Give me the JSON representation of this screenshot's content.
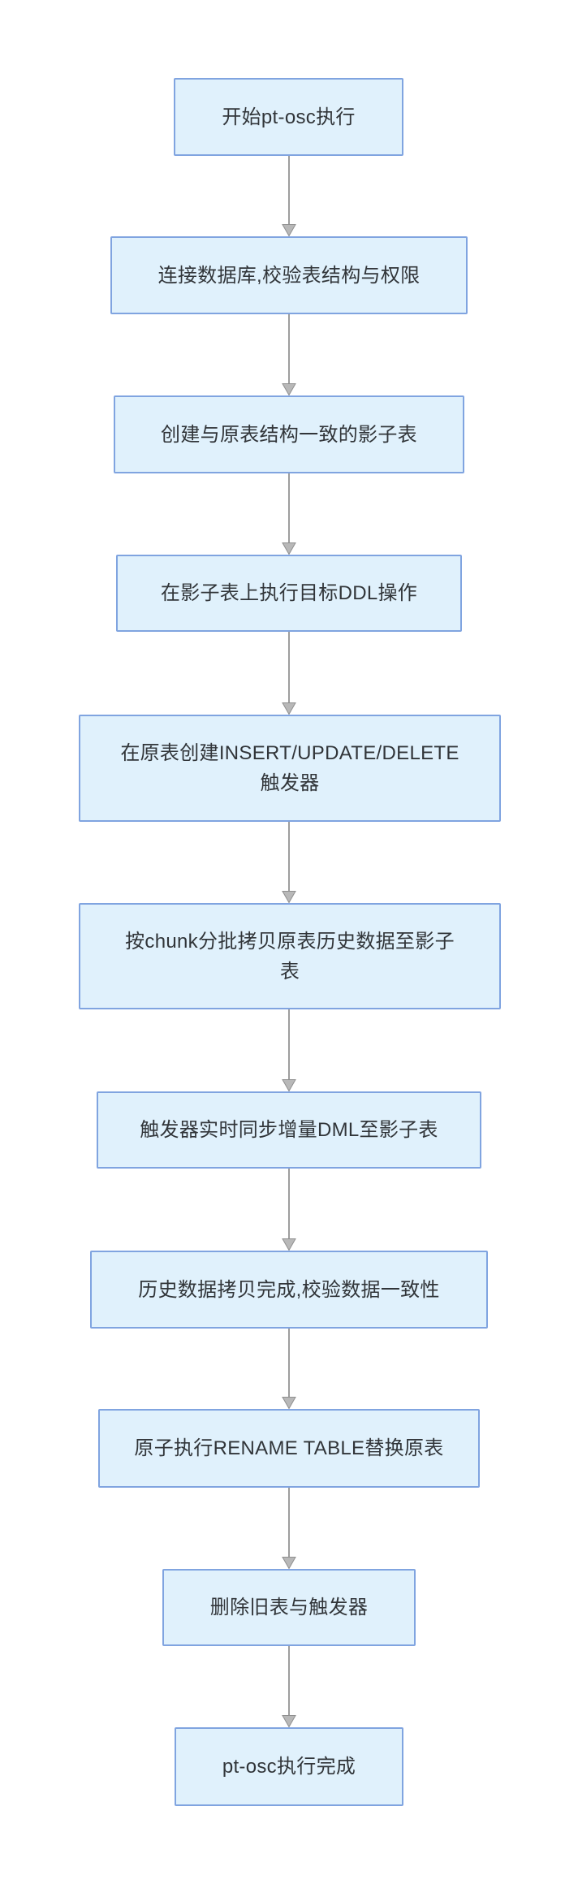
{
  "diagram": {
    "type": "flowchart",
    "direction": "top-down",
    "nodes": [
      {
        "id": "start",
        "label": "开始pt-osc执行"
      },
      {
        "id": "connect-db",
        "label": "连接数据库,校验表结构与权限"
      },
      {
        "id": "create-shadow",
        "label": "创建与原表结构一致的影子表"
      },
      {
        "id": "apply-ddl",
        "label": "在影子表上执行目标DDL操作"
      },
      {
        "id": "create-triggers",
        "label": "在原表创建INSERT/UPDATE/DELETE\n触发器"
      },
      {
        "id": "copy-chunks",
        "label": "按chunk分批拷贝原表历史数据至影子\n表"
      },
      {
        "id": "sync-dml",
        "label": "触发器实时同步增量DML至影子表"
      },
      {
        "id": "verify-data",
        "label": "历史数据拷贝完成,校验数据一致性"
      },
      {
        "id": "rename-table",
        "label": "原子执行RENAME TABLE替换原表"
      },
      {
        "id": "drop-old",
        "label": "删除旧表与触发器"
      },
      {
        "id": "finish",
        "label": "pt-osc执行完成"
      }
    ],
    "edges": [
      {
        "from": "start",
        "to": "connect-db"
      },
      {
        "from": "connect-db",
        "to": "create-shadow"
      },
      {
        "from": "create-shadow",
        "to": "apply-ddl"
      },
      {
        "from": "apply-ddl",
        "to": "create-triggers"
      },
      {
        "from": "create-triggers",
        "to": "copy-chunks"
      },
      {
        "from": "copy-chunks",
        "to": "sync-dml"
      },
      {
        "from": "sync-dml",
        "to": "verify-data"
      },
      {
        "from": "verify-data",
        "to": "rename-table"
      },
      {
        "from": "rename-table",
        "to": "drop-old"
      },
      {
        "from": "drop-old",
        "to": "finish"
      }
    ],
    "colors": {
      "background": "#ffffff",
      "node_fill": "#e0f1fc",
      "node_border": "#80a4e0",
      "node_text": "#313539",
      "arrow_line": "#9e9e9e",
      "arrowhead_fill": "#b8b8b8",
      "arrowhead_stroke": "#8f8f8f"
    }
  }
}
